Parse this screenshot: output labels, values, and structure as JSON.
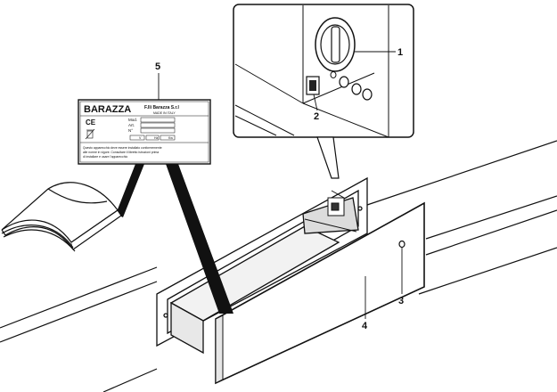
{
  "callouts": {
    "c1": "1",
    "c2": "2",
    "c3": "3",
    "c4": "4",
    "c5": "5"
  },
  "rating_plate": {
    "logo": "BARAZZA",
    "company": "F.lli Barazza S.r.l",
    "made_in": "MADE IN ITALY",
    "ce_mark": "CE",
    "field_mod": "Mod.",
    "field_art": "Art.",
    "field_n": "N°",
    "field_v": "V",
    "field_hz": "Hz",
    "field_kw": "Kw",
    "notice_line1": "Questo apparecchio deve essere installato conformemente",
    "notice_line2": "alle norme in vigore. Consultare il libretto istruzioni prima",
    "notice_line3": "di installare e usare l'apparecchio"
  },
  "colors": {
    "line": "#111111",
    "background": "#ffffff",
    "shade": "#e6e6e6"
  }
}
